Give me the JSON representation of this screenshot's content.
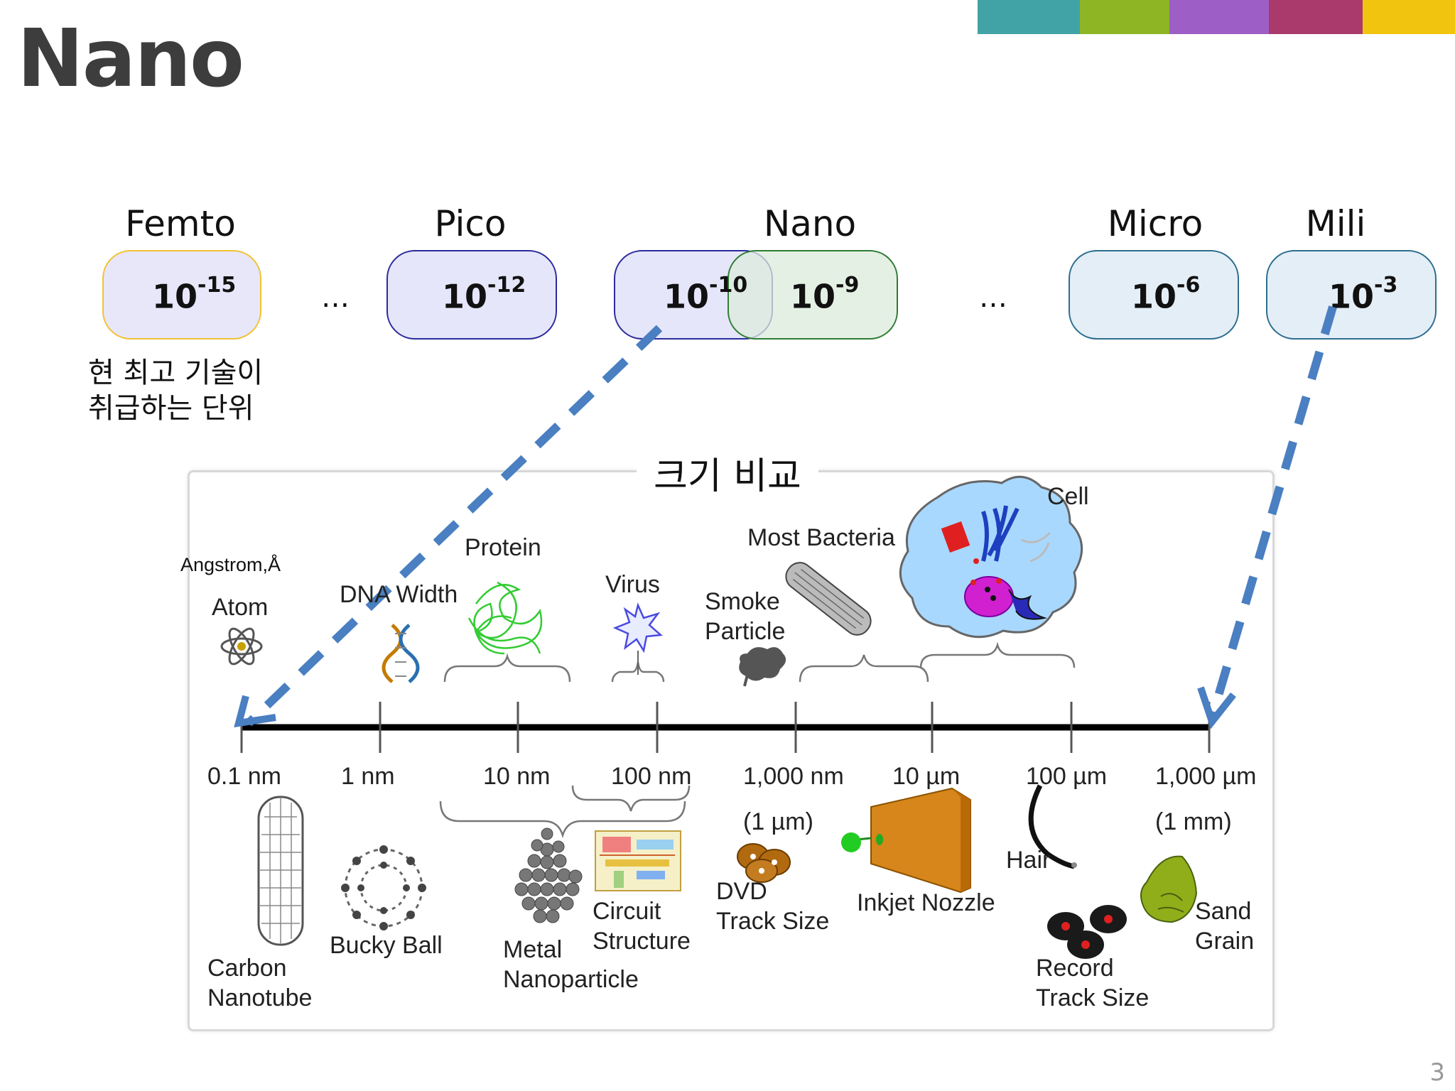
{
  "title": "Nano",
  "page_number": "3",
  "accent_bars": [
    "#41a3a5",
    "#8db524",
    "#9d5fc6",
    "#a93a6b",
    "#f1c40f"
  ],
  "prefixes": [
    {
      "name": "Femto",
      "base": "10",
      "exp": "-15"
    },
    {
      "name": "Pico",
      "base": "10",
      "exp": "-12"
    },
    {
      "name": "Nano",
      "base": "10",
      "exp": "-10",
      "base2": "10",
      "exp2": "-9"
    },
    {
      "name": "Micro",
      "base": "10",
      "exp": "-6"
    },
    {
      "name": "Mili",
      "base": "10",
      "exp": "-3"
    }
  ],
  "ellipsis": "…",
  "femto_note": "현 최고 기술이\n취급하는 단위",
  "panel_title": "크기 비교",
  "angstrom_label": "Angstrom,Å",
  "scale_ticks": [
    "0.1 nm",
    "1 nm",
    "10 nm",
    "100 nm",
    "1,000 nm",
    "10 µm",
    "100 µm",
    "1,000 µm"
  ],
  "scale_subticks": [
    "(1 µm)",
    "(1 mm)"
  ],
  "objects_above": {
    "atom": "Atom",
    "dna": "DNA Width",
    "protein": "Protein",
    "virus": "Virus",
    "smoke": "Smoke\nParticle",
    "bacteria": "Most Bacteria",
    "cell": "Cell"
  },
  "objects_below": {
    "nanotube": "Carbon\nNanotube",
    "buckyball": "Bucky Ball",
    "nanoparticle": "Metal\nNanoparticle",
    "circuit": "Circuit\nStructure",
    "dvd": "DVD\nTrack Size",
    "inkjet": "Inkjet Nozzle",
    "hair": "Hair",
    "record": "Record\nTrack Size",
    "sand": "Sand\nGrain"
  }
}
